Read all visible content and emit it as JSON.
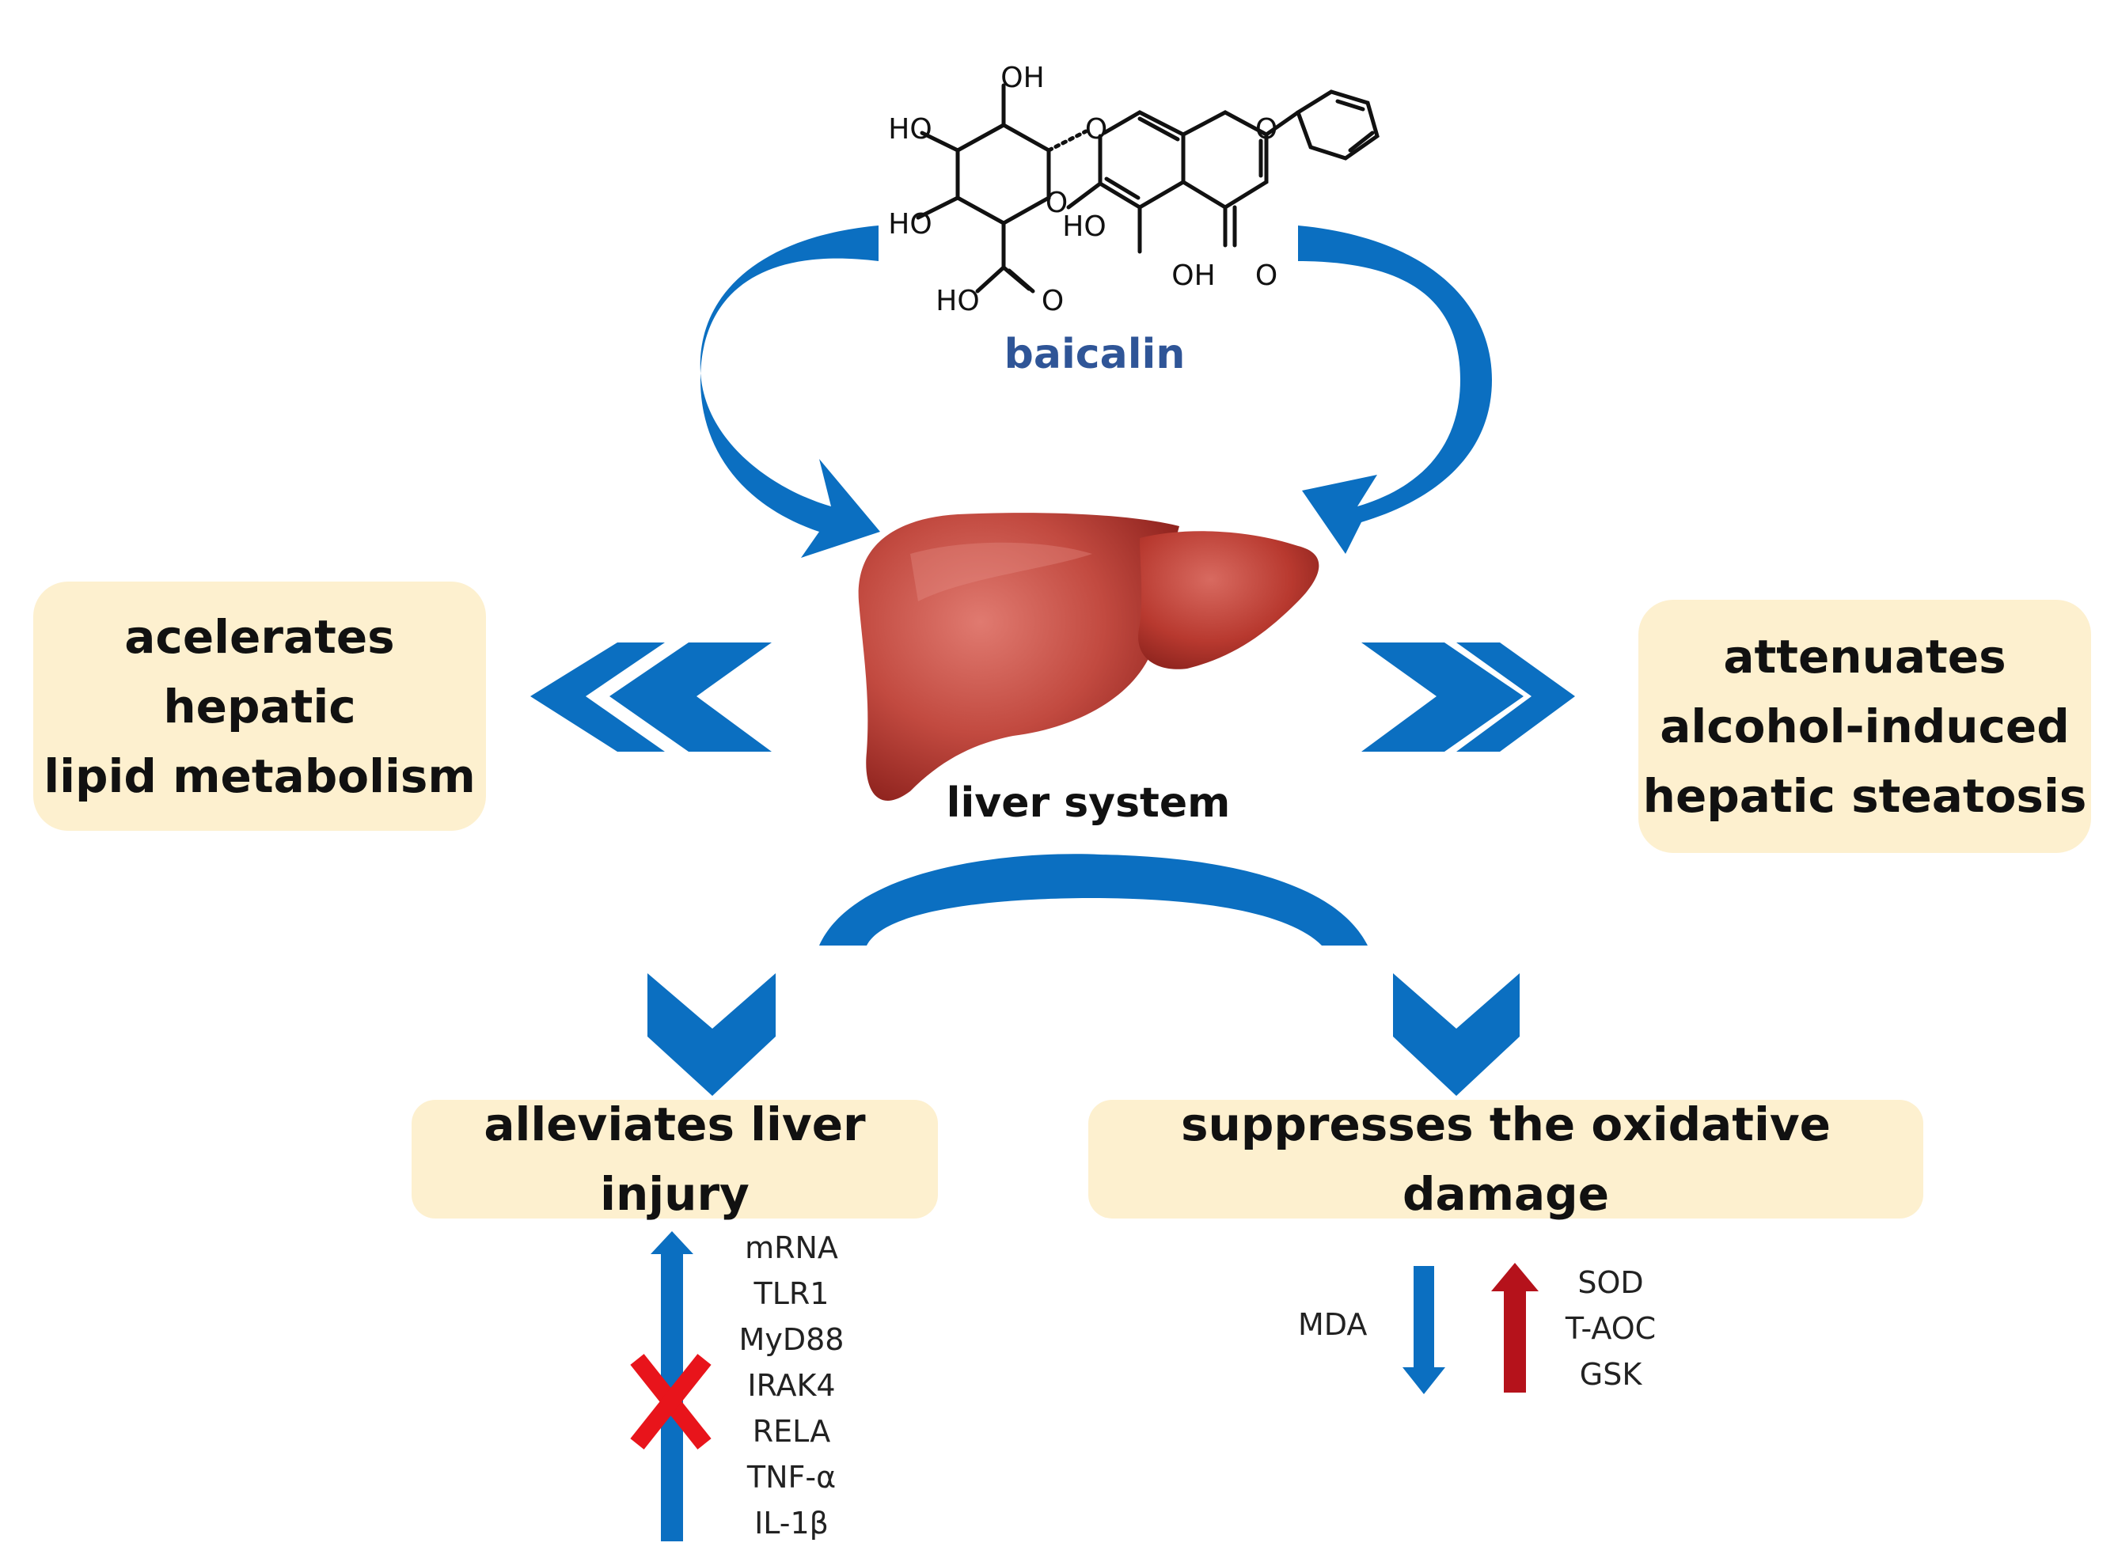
{
  "compound": {
    "name": "baicalin",
    "atom_labels": [
      "OH",
      "HO",
      "O",
      "O",
      "HO",
      "O",
      "HO",
      "OH",
      "O",
      "HO",
      "O"
    ]
  },
  "center": {
    "label": "liver system"
  },
  "left_effect": {
    "lines": [
      "acelerates",
      "hepatic",
      "lipid metabolism"
    ]
  },
  "right_effect": {
    "lines": [
      "attenuates",
      "alcohol-induced",
      "hepatic steatosis"
    ]
  },
  "bottom_left": {
    "title": "alleviates liver injury",
    "markers": [
      "mRNA",
      "TLR1",
      "MyD88",
      "IRAK4",
      "RELA",
      "TNF-α",
      "IL-1β"
    ]
  },
  "bottom_right": {
    "title": "suppresses the oxidative damage",
    "decreased": [
      "MDA"
    ],
    "increased": [
      "SOD",
      "T-AOC",
      "GSK"
    ]
  },
  "colors": {
    "arrow_blue": "#0b6fc1",
    "box_fill": "#fdf0cf",
    "compound_label": "#2f5597",
    "liver": "#c0473f",
    "inhibit_x": "#e8141b",
    "up_arrow": "#b5121b"
  }
}
